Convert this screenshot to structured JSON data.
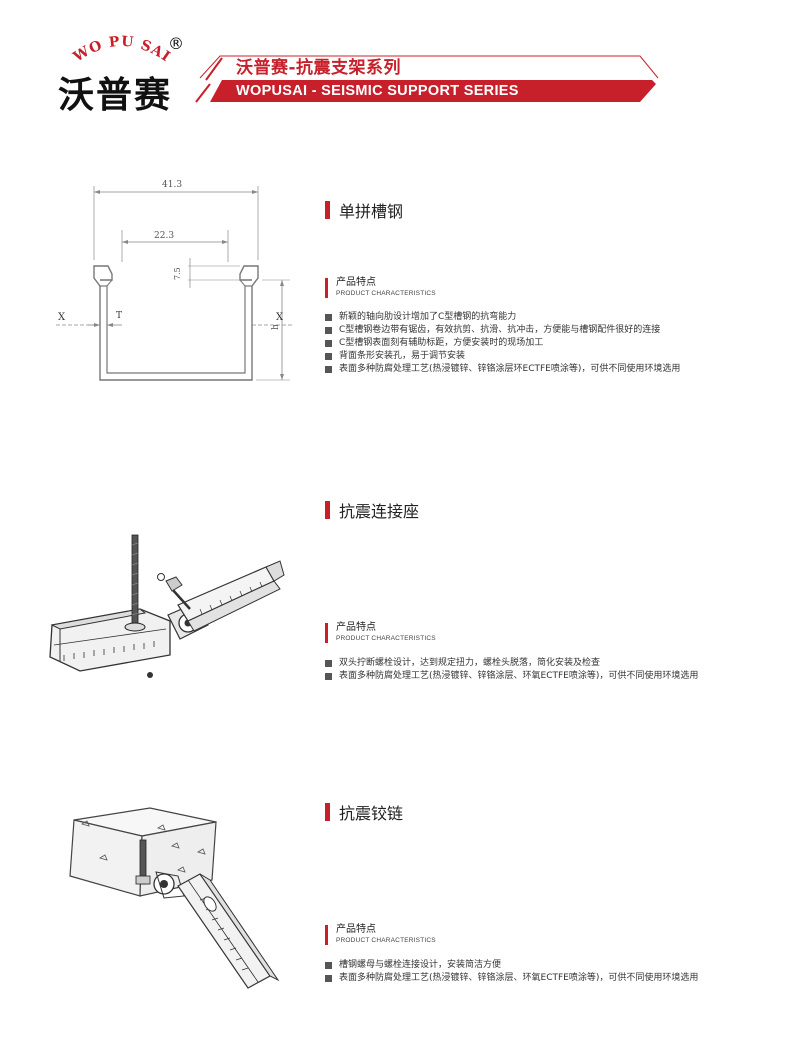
{
  "header": {
    "logo_arc_text": "WO PU SAI",
    "logo_registered": "®",
    "logo_cn": "沃普赛",
    "title_cn": "沃普赛-抗震支架系列",
    "title_en": "WOPUSAI - SEISMIC SUPPORT SERIES"
  },
  "colors": {
    "accent": "#c8202a",
    "bullet": "#555555"
  },
  "sections": [
    {
      "title": "单拼槽钢",
      "label_cn": "产品特点",
      "label_en": "PRODUCT CHARACTERISTICS",
      "diagram": {
        "dim_width": "41.3",
        "dim_opening": "22.3",
        "dim_lip": "7.5",
        "label_x": "X",
        "label_t": "T",
        "label_h": "h"
      },
      "features": [
        "新颖的轴向肋设计增加了C型槽钢的抗弯能力",
        "C型槽钢卷边带有锯齿，有效抗剪、抗滑、抗冲击，方便能与槽钢配件很好的连接",
        "C型槽钢表面刻有辅助标距，方便安装时的现场加工",
        "背面条形安装孔，易于调节安装",
        "表面多种防腐处理工艺(热浸镀锌、锌铬涂层环ECTFE喷涂等)，可供不同使用环境选用"
      ]
    },
    {
      "title": "抗震连接座",
      "label_cn": "产品特点",
      "label_en": "PRODUCT CHARACTERISTICS",
      "features": [
        "双头拧断螺栓设计，达到规定扭力，螺栓头脱落，简化安装及检查",
        "表面多种防腐处理工艺(热浸镀锌、锌铬涂层、环氧ECTFE喷涂等)，可供不同使用环境选用"
      ]
    },
    {
      "title": "抗震铰链",
      "label_cn": "产品特点",
      "label_en": "PRODUCT CHARACTERISTICS",
      "features": [
        "槽钢螺母与螺栓连接设计，安装简洁方便",
        "表面多种防腐处理工艺(热浸镀锌、锌铬涂层、环氧ECTFE喷涂等)，可供不同使用环境选用"
      ]
    }
  ]
}
